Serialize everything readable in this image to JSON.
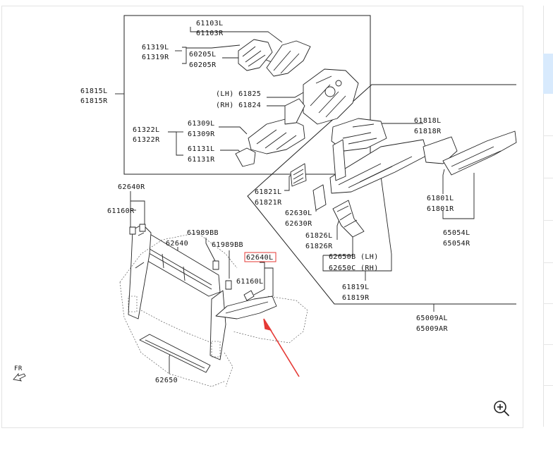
{
  "diagram": {
    "labels": {
      "p61103l": "61103L",
      "p61103r": "61103R",
      "p61319l": "61319L",
      "p61319r": "61319R",
      "p60205l": "60205L",
      "p60205r": "60205R",
      "p61815l": "61815L",
      "p61815r": "61815R",
      "p61825": "(LH) 61825",
      "p61824": "(RH) 61824",
      "p61309l": "61309L",
      "p61309r": "61309R",
      "p61322l": "61322L",
      "p61322r": "61322R",
      "p61131l": "61131L",
      "p61131r": "61131R",
      "p61818l": "61818L",
      "p61818r": "61818R",
      "p62640r": "62640R",
      "p61160r": "61160R",
      "p61821l": "61821L",
      "p61821r": "61821R",
      "p62630l": "62630L",
      "p62630r": "62630R",
      "p61801l": "61801L",
      "p61801r": "61801R",
      "p61826l": "61826L",
      "p61826r": "61826R",
      "p61989bb_a": "61989BB",
      "p61989bb_b": "61989BB",
      "p62640": "62640",
      "p62640l": "62640L",
      "p65054l": "65054L",
      "p65054r": "65054R",
      "p62650b": "62650B (LH)",
      "p62650c": "62650C (RH)",
      "p61160l": "61160L",
      "p61819l": "61819L",
      "p61819r": "61819R",
      "p65009al": "65009AL",
      "p65009ar": "65009AR",
      "p62650": "62650",
      "fr": "FR"
    },
    "highlight_color": "#e53935",
    "arrow_color": "#e53935",
    "zoom_icon": "zoom-in-icon"
  }
}
